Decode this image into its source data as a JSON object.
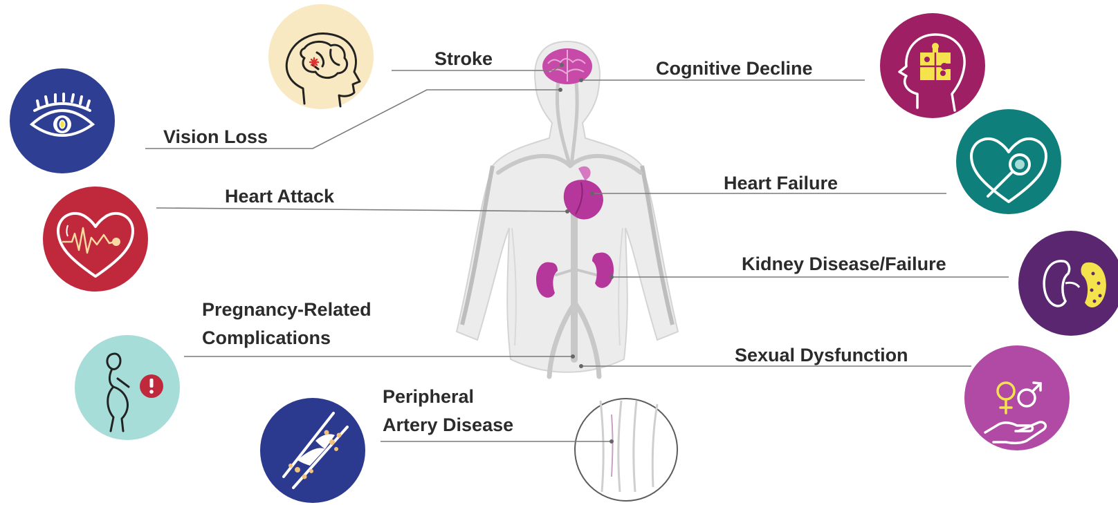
{
  "colors": {
    "brain_circle": "#f8e9c2",
    "vision_circle": "#2e3f93",
    "heart_attack_circle": "#c0283c",
    "pregnancy_circle": "#a6ddd9",
    "pad_circle": "#2b3a8e",
    "cognitive_circle": "#9e1f63",
    "heart_failure_circle": "#0f7f7c",
    "kidney_circle": "#5a2670",
    "sexual_circle": "#b14aa4",
    "organ": "#b6379b",
    "accent_yellow": "#f5e34d",
    "line": "#777777"
  },
  "icons": {
    "stroke": "brain-head-icon",
    "vision": "eye-icon",
    "heart_attack": "heart-ecg-icon",
    "pregnancy": "pregnant-woman-icon",
    "pad": "artery-plaque-icon",
    "cognitive": "head-puzzle-icon",
    "heart_failure": "heart-magnifier-icon",
    "kidney": "kidney-icon",
    "sexual": "gender-symbols-hand-icon"
  },
  "labels": {
    "stroke": "Stroke",
    "vision": "Vision Loss",
    "heart_attack": "Heart Attack",
    "pregnancy_line1": "Pregnancy-Related",
    "pregnancy_line2": "Complications",
    "pad_line1": "Peripheral",
    "pad_line2": "Artery Disease",
    "cognitive": "Cognitive Decline",
    "heart_failure": "Heart Failure",
    "kidney": "Kidney Disease/Failure",
    "sexual": "Sexual Dysfunction"
  }
}
